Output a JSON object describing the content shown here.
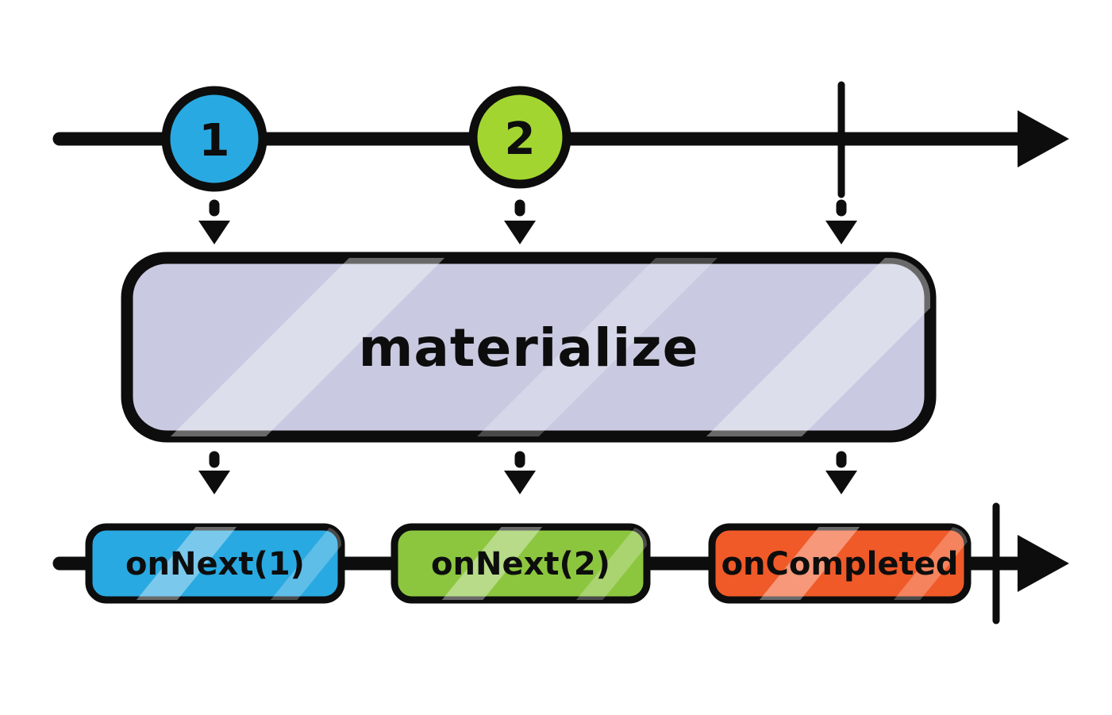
{
  "diagram": {
    "kind": "marble-diagram",
    "operator": {
      "label": "materialize"
    },
    "source_stream": {
      "marbles": [
        {
          "label": "1",
          "color": "#29A9E1"
        },
        {
          "label": "2",
          "color": "#A3D530"
        }
      ],
      "completed": true
    },
    "output_stream": {
      "events": [
        {
          "label": "onNext(1)",
          "color": "#29A9E1"
        },
        {
          "label": "onNext(2)",
          "color": "#8CC63F"
        },
        {
          "label": "onCompleted",
          "color": "#F05A28"
        }
      ],
      "completed": true
    },
    "colors": {
      "stroke": "#0d0d0d",
      "operator_fill": "#C9CAE1"
    }
  }
}
